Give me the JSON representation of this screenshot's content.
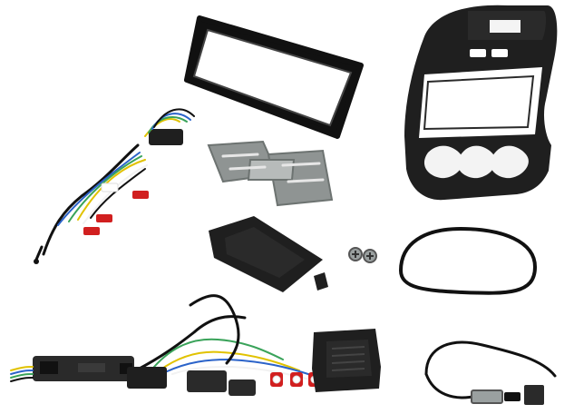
{
  "scene": {
    "background": "#ffffff",
    "colors": {
      "plastic_black": "#1f1f1f",
      "plastic_dark": "#2a2a2a",
      "metal": "#8f9493",
      "metal_light": "#b7bbba",
      "red": "#d11f1f",
      "wire_green": "#3aa35a",
      "wire_yellow": "#e1c200",
      "wire_blue": "#2b63c9",
      "wire_white": "#f2f2f2",
      "wire_orange": "#ff8a1c"
    },
    "items": [
      {
        "name": "fascia-panel",
        "kind": "double-din-fascia"
      },
      {
        "name": "trim-frame",
        "kind": "double-din-trim-frame"
      },
      {
        "name": "wiring-harness",
        "kind": "connector-harness"
      },
      {
        "name": "mounting-brackets",
        "kind": "metal-brackets"
      },
      {
        "name": "pocket-tray",
        "kind": "black-tray"
      },
      {
        "name": "screws",
        "kind": "screws-pair"
      },
      {
        "name": "rubber-band",
        "kind": "o-ring"
      },
      {
        "name": "interface-module",
        "kind": "steering-control-interface"
      },
      {
        "name": "usb-pocket",
        "kind": "usb-pocket"
      },
      {
        "name": "antenna-adapter",
        "kind": "antenna-adapter"
      }
    ]
  }
}
